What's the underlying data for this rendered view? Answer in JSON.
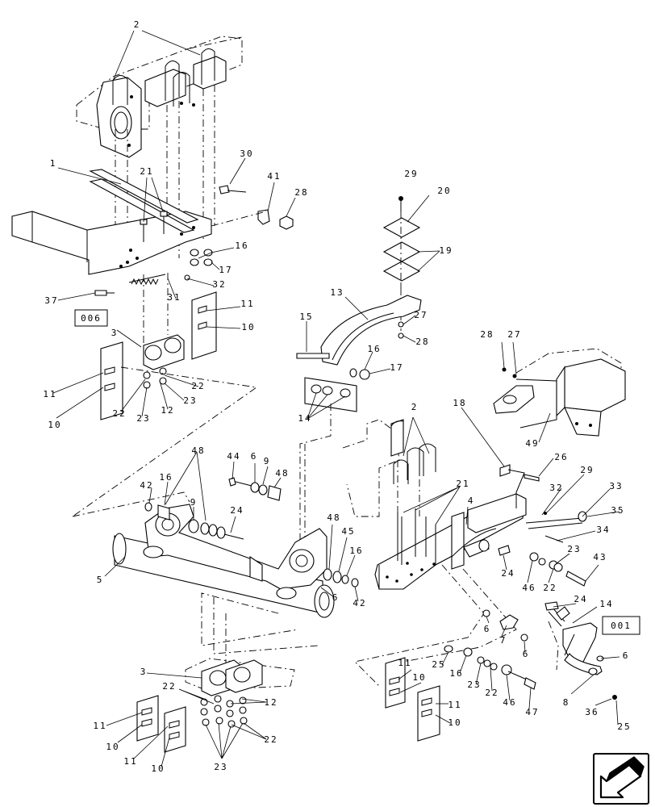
{
  "callouts": [
    {
      "label": "2"
    },
    {
      "label": "1"
    },
    {
      "label": "21"
    },
    {
      "label": "30"
    },
    {
      "label": "41"
    },
    {
      "label": "28"
    },
    {
      "label": "16"
    },
    {
      "label": "17"
    },
    {
      "label": "37"
    },
    {
      "label": "31"
    },
    {
      "label": "32"
    },
    {
      "label": "11"
    },
    {
      "label": "10"
    },
    {
      "label": "3"
    },
    {
      "label": "11"
    },
    {
      "label": "10"
    },
    {
      "label": "22"
    },
    {
      "label": "23"
    },
    {
      "label": "22"
    },
    {
      "label": "23"
    },
    {
      "label": "12"
    },
    {
      "label": "29"
    },
    {
      "label": "20"
    },
    {
      "label": "19"
    },
    {
      "label": "13"
    },
    {
      "label": "15"
    },
    {
      "label": "27"
    },
    {
      "label": "28"
    },
    {
      "label": "16"
    },
    {
      "label": "17"
    },
    {
      "label": "14"
    },
    {
      "label": "28"
    },
    {
      "label": "27"
    },
    {
      "label": "49"
    },
    {
      "label": "2"
    },
    {
      "label": "18"
    },
    {
      "label": "26"
    },
    {
      "label": "29"
    },
    {
      "label": "33"
    },
    {
      "label": "35"
    },
    {
      "label": "21"
    },
    {
      "label": "32"
    },
    {
      "label": "34"
    },
    {
      "label": "48"
    },
    {
      "label": "44"
    },
    {
      "label": "6"
    },
    {
      "label": "9"
    },
    {
      "label": "48"
    },
    {
      "label": "42"
    },
    {
      "label": "16"
    },
    {
      "label": "9"
    },
    {
      "label": "24"
    },
    {
      "label": "4"
    },
    {
      "label": "48"
    },
    {
      "label": "45"
    },
    {
      "label": "16"
    },
    {
      "label": "5"
    },
    {
      "label": "6"
    },
    {
      "label": "42"
    },
    {
      "label": "23"
    },
    {
      "label": "43"
    },
    {
      "label": "24"
    },
    {
      "label": "46"
    },
    {
      "label": "22"
    },
    {
      "label": "24"
    },
    {
      "label": "14"
    },
    {
      "label": "6"
    },
    {
      "label": "7"
    },
    {
      "label": "6"
    },
    {
      "label": "6"
    },
    {
      "label": "3"
    },
    {
      "label": "22"
    },
    {
      "label": "12"
    },
    {
      "label": "11"
    },
    {
      "label": "10"
    },
    {
      "label": "11"
    },
    {
      "label": "10"
    },
    {
      "label": "22"
    },
    {
      "label": "23"
    },
    {
      "label": "25"
    },
    {
      "label": "16"
    },
    {
      "label": "23"
    },
    {
      "label": "22"
    },
    {
      "label": "46"
    },
    {
      "label": "47"
    },
    {
      "label": "11"
    },
    {
      "label": "10"
    },
    {
      "label": "11"
    },
    {
      "label": "10"
    },
    {
      "label": "8"
    },
    {
      "label": "36"
    },
    {
      "label": "25"
    }
  ],
  "ref_boxes": {
    "ref_006": "006",
    "ref_001": "001"
  },
  "icons": {
    "next_page": "next-page-arrow-icon"
  }
}
